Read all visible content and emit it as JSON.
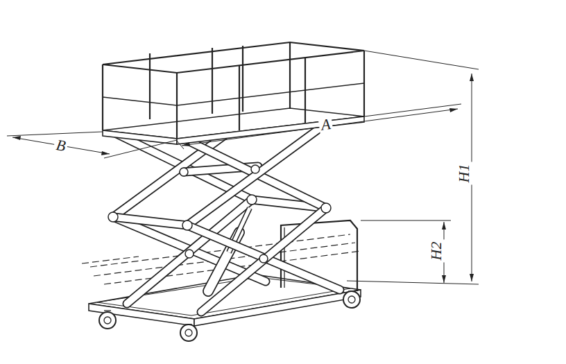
{
  "diagram": {
    "labels": [
      "B",
      "A",
      "H1",
      "H2"
    ]
  }
}
